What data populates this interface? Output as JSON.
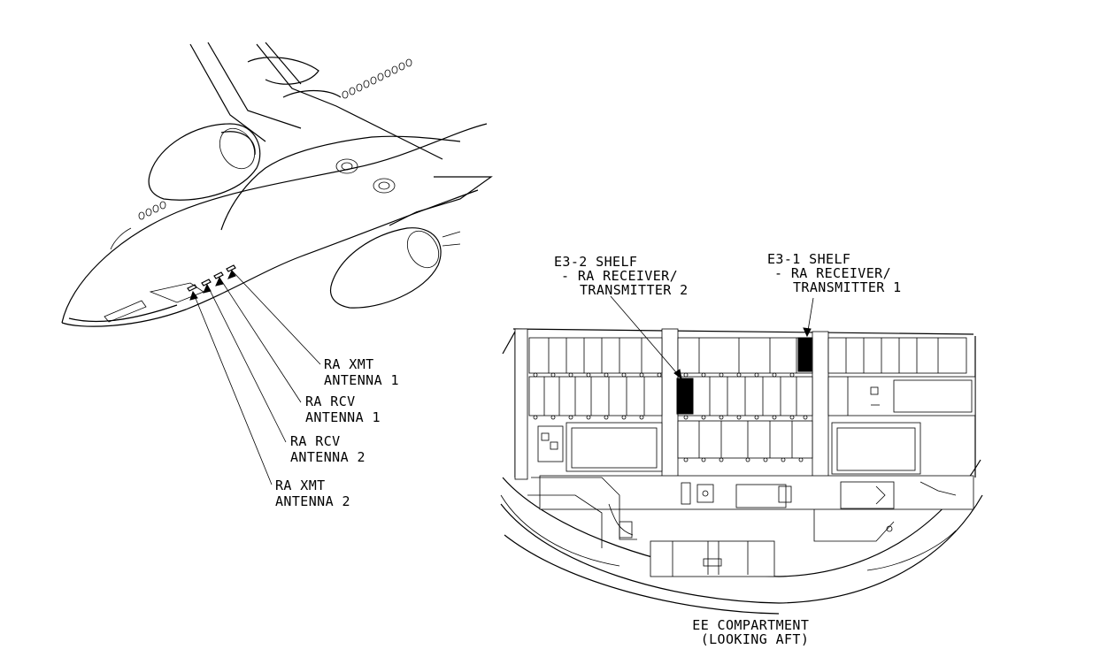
{
  "labels": {
    "ra_xmt_antenna_1": [
      "RA XMT",
      "ANTENNA 1"
    ],
    "ra_rcv_antenna_1": [
      "RA RCV",
      "ANTENNA 1"
    ],
    "ra_rcv_antenna_2": [
      "RA RCV",
      "ANTENNA 2"
    ],
    "ra_xmt_antenna_2": [
      "RA XMT",
      "ANTENNA 2"
    ],
    "e3_2_shelf": [
      "E3-2 SHELF",
      "- RA RECEIVER/",
      "TRANSMITTER 2"
    ],
    "e3_1_shelf": [
      "E3-1 SHELF",
      "- RA RECEIVER/",
      "TRANSMITTER 1"
    ],
    "ee_compartment": [
      "EE COMPARTMENT",
      "(LOOKING AFT)"
    ]
  }
}
